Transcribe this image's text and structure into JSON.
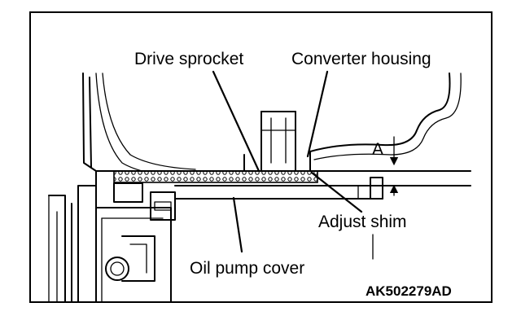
{
  "diagram": {
    "labels": {
      "drive_sprocket": "Drive sprocket",
      "converter_housing": "Converter housing",
      "dimension_a": "A",
      "adjust_shim": "Adjust shim",
      "oil_pump_cover": "Oil pump cover"
    },
    "figure_code": "AK502279AD"
  }
}
